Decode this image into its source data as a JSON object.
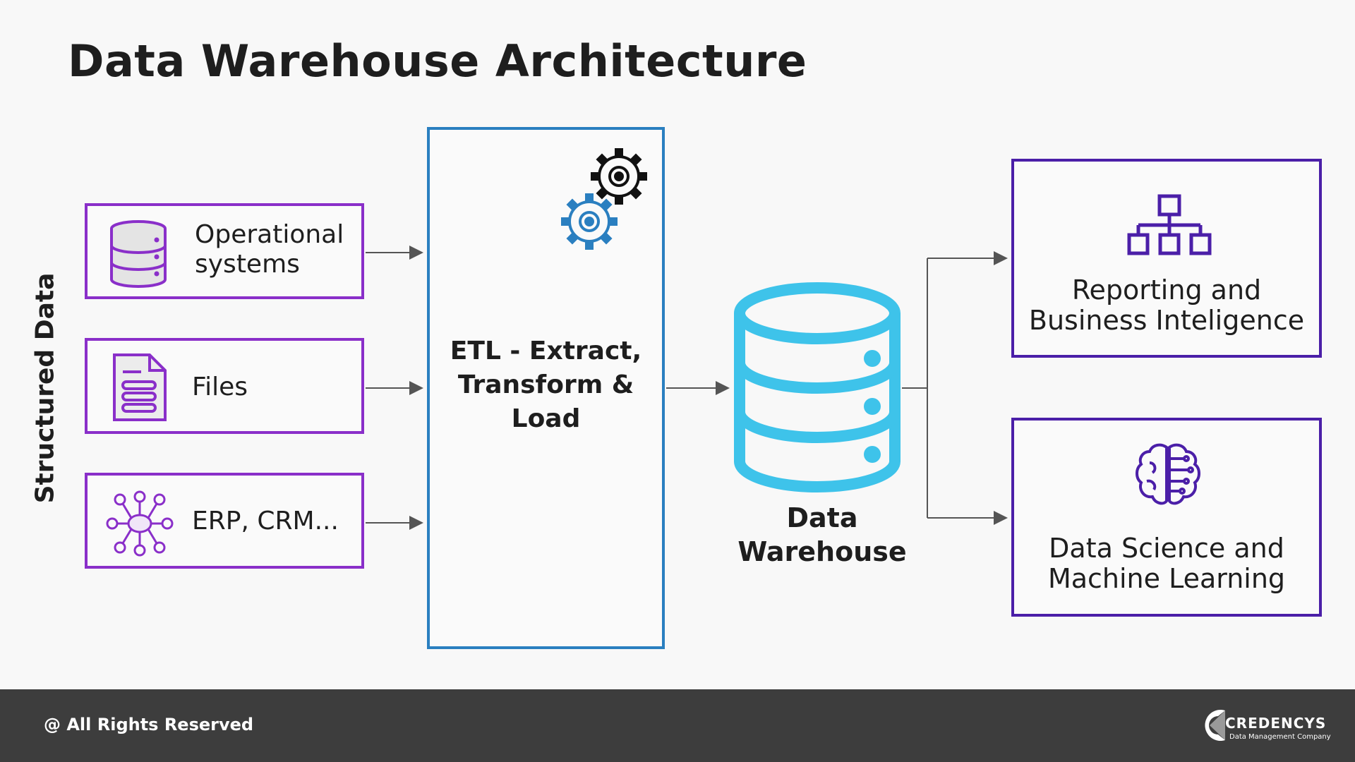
{
  "title": "Data Warehouse Architecture",
  "side_label": "Structured Data",
  "sources": [
    {
      "line1": "Operational",
      "line2": "systems",
      "icon": "database-icon"
    },
    {
      "line1": "Files",
      "icon": "file-icon"
    },
    {
      "line1": "ERP, CRM...",
      "icon": "network-icon"
    }
  ],
  "etl": {
    "line1": "ETL - Extract,",
    "line2": "Transform &",
    "line3": "Load",
    "icon": "gears-icon"
  },
  "warehouse": {
    "line1": "Data",
    "line2": "Warehouse",
    "icon": "database-icon"
  },
  "outputs": [
    {
      "line1": "Reporting and",
      "line2": "Business Inteligence",
      "icon": "hierarchy-icon"
    },
    {
      "line1": "Data Science and",
      "line2": "Machine Learning",
      "icon": "brain-icon"
    }
  ],
  "footer": {
    "rights": "@ All Rights Reserved",
    "brand": "CREDENCYS",
    "tagline": "Data Management Company"
  },
  "colors": {
    "source_border": "#8a2fc9",
    "etl_border": "#2a7fc0",
    "warehouse": "#3ec3ea",
    "output_border": "#4b1fa8",
    "footer_bg": "#3d3d3d"
  }
}
